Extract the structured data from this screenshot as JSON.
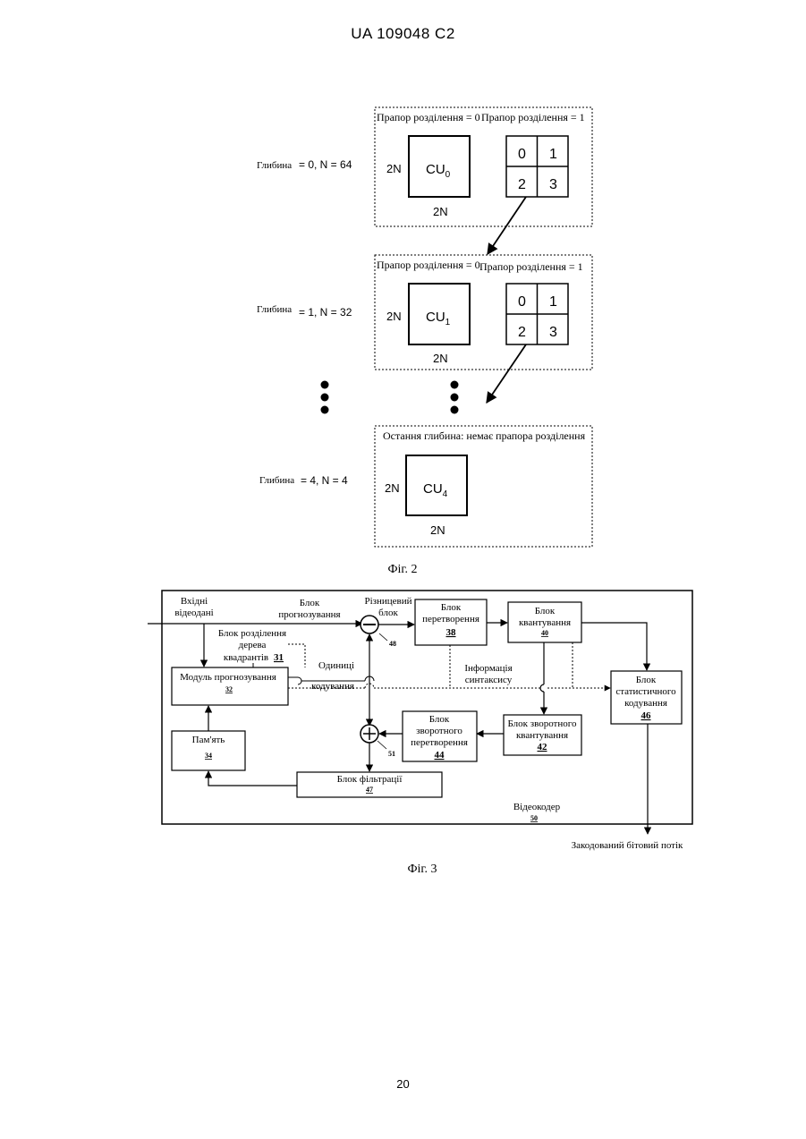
{
  "header": {
    "text": "UA   109048   C2"
  },
  "page_number": "20",
  "fig2": {
    "caption": "Фіг. 2",
    "dim_label": "2N",
    "split_labels": [
      "0",
      "1",
      "2",
      "3"
    ],
    "levels": [
      {
        "depth_word": "Глибина",
        "depth_value": "= 0, N = 64",
        "flag0": "Прапор розділення = 0",
        "flag1": "Прапор розділення = 1",
        "cu_main": "CU",
        "cu_sub": "0"
      },
      {
        "depth_word": "Глибина",
        "depth_value": "= 1, N = 32",
        "flag0": "Прапор розділення = 0",
        "flag1": "Прапор розділення = 1",
        "cu_main": "CU",
        "cu_sub": "1"
      },
      {
        "depth_word": "Глибина",
        "depth_value": "= 4, N = 4",
        "last_label": "Остання глибина: немає прапора розділення",
        "cu_main": "CU",
        "cu_sub": "4"
      }
    ]
  },
  "fig3": {
    "caption": "Фіг. 3",
    "input_line1": "Вхідні",
    "input_line2": "відеодані",
    "pred_block_line1": "Блок",
    "pred_block_line2": "прогнозування",
    "diff_line1": "Різницевий",
    "diff_line2": "блок",
    "quadtree_line1": "Блок розділення",
    "quadtree_line2": "дерева",
    "quadtree_line3": "квадрантів",
    "quadtree_num": "31",
    "units_line1": "Одиниці",
    "units_line2": "кодування",
    "transform_line1": "Блок",
    "transform_line2": "перетворення",
    "transform_num": "38",
    "quant_line1": "Блок",
    "quant_line2": "квантування",
    "quant_num": "40",
    "syntax_line1": "Інформація",
    "syntax_line2": "синтаксису",
    "entropy_line1": "Блок",
    "entropy_line2": "статистичного",
    "entropy_line3": "кодування",
    "entropy_num": "46",
    "pred_module": "Модуль прогнозування",
    "pred_module_num": "32",
    "invq_line1": "Блок зворотного",
    "invq_line2": "квантування",
    "invq_num": "42",
    "invt_line1": "Блок",
    "invt_line2": "зворотного",
    "invt_line3": "перетворення",
    "invt_num": "44",
    "memory": "Пам'ять",
    "memory_num": "34",
    "filter": "Блок фільтрації",
    "filter_num": "47",
    "encoder": "Відеокодер",
    "encoder_num": "50",
    "summer1_num": "48",
    "summer2_num": "51",
    "output": "Закодований бітовий потік"
  }
}
